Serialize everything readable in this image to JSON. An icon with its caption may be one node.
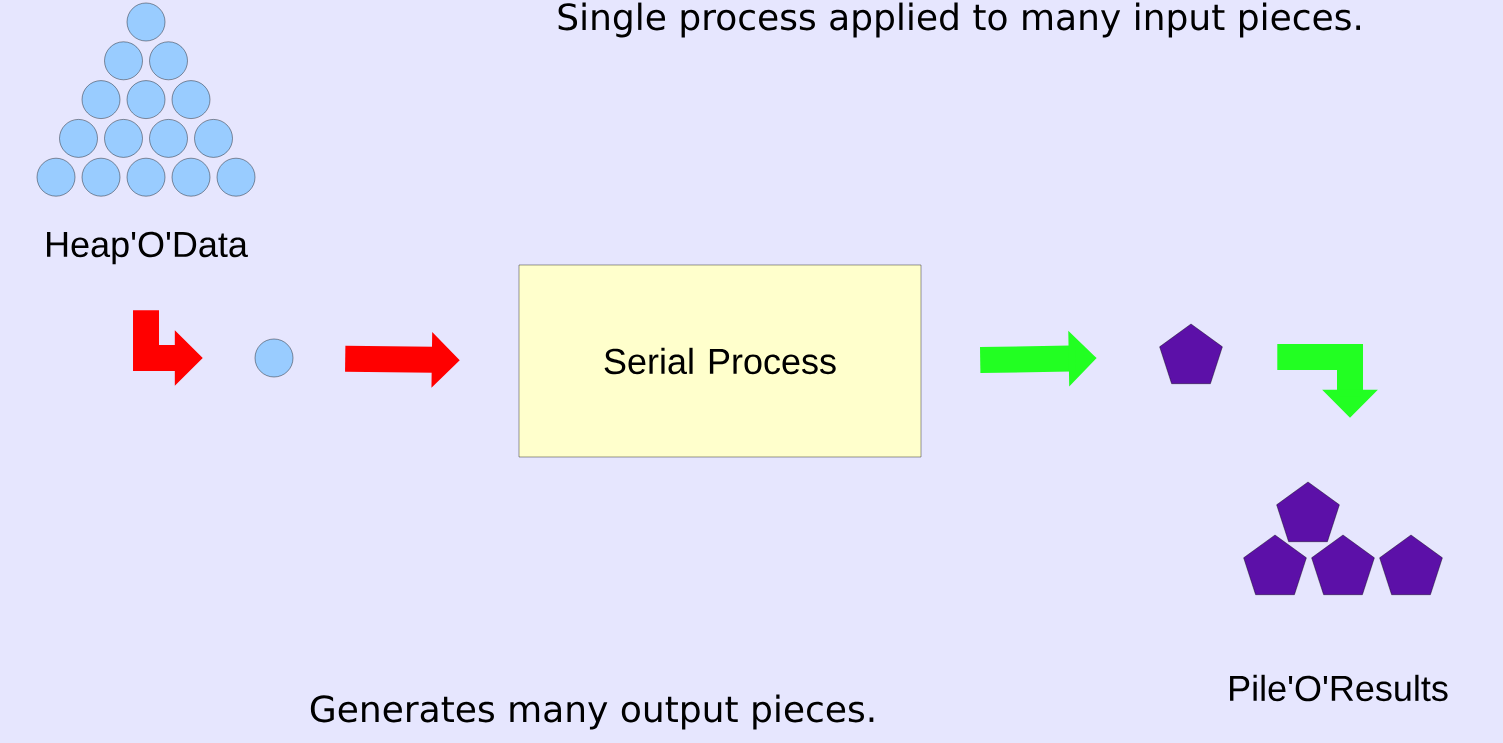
{
  "diagram": {
    "title": "Single process applied to many input pieces.",
    "caption": "Generates many output pieces.",
    "nodes": [
      {
        "text": [
          "Heap'O'Data"
        ]
      },
      {
        "text": [],
        "shape": "circle"
      },
      {
        "text": [
          "Serial Process"
        ]
      },
      {
        "text": [],
        "shape": "pentagon"
      },
      {
        "text": [
          "Pile'O'Results"
        ]
      }
    ],
    "edges": [
      {
        "from": 0,
        "to": 1,
        "arrow": "to",
        "color": "#ff0000"
      },
      {
        "from": 1,
        "to": 2,
        "arrow": "to",
        "color": "#ff0000"
      },
      {
        "from": 2,
        "to": 3,
        "arrow": "to",
        "color": "#22ff22"
      },
      {
        "from": 3,
        "to": 4,
        "arrow": "to",
        "color": "#22ff22"
      }
    ]
  }
}
